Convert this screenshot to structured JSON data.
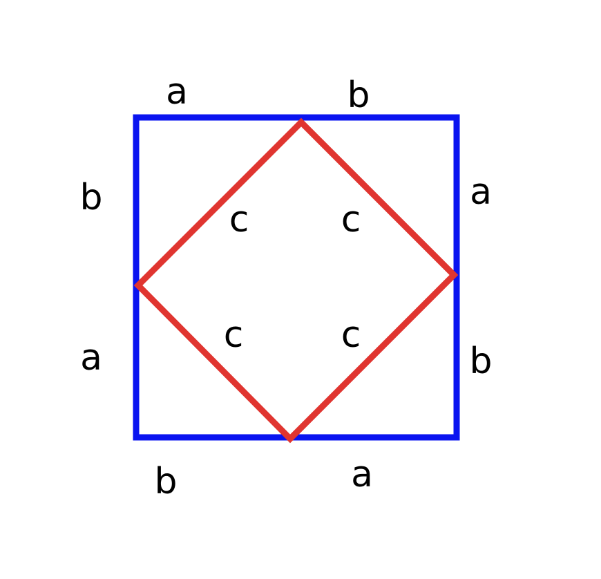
{
  "diagram": {
    "colors": {
      "outer_square": "#0a14f0",
      "inner_square": "#e03530",
      "label": "#000000",
      "background": "#ffffff"
    },
    "outer_square": {
      "top": [
        "a",
        "b"
      ],
      "right": [
        "a",
        "b"
      ],
      "bottom": [
        "b",
        "a"
      ],
      "left": [
        "b",
        "a"
      ]
    },
    "inner_square": {
      "sides": [
        "c",
        "c",
        "c",
        "c"
      ]
    }
  }
}
